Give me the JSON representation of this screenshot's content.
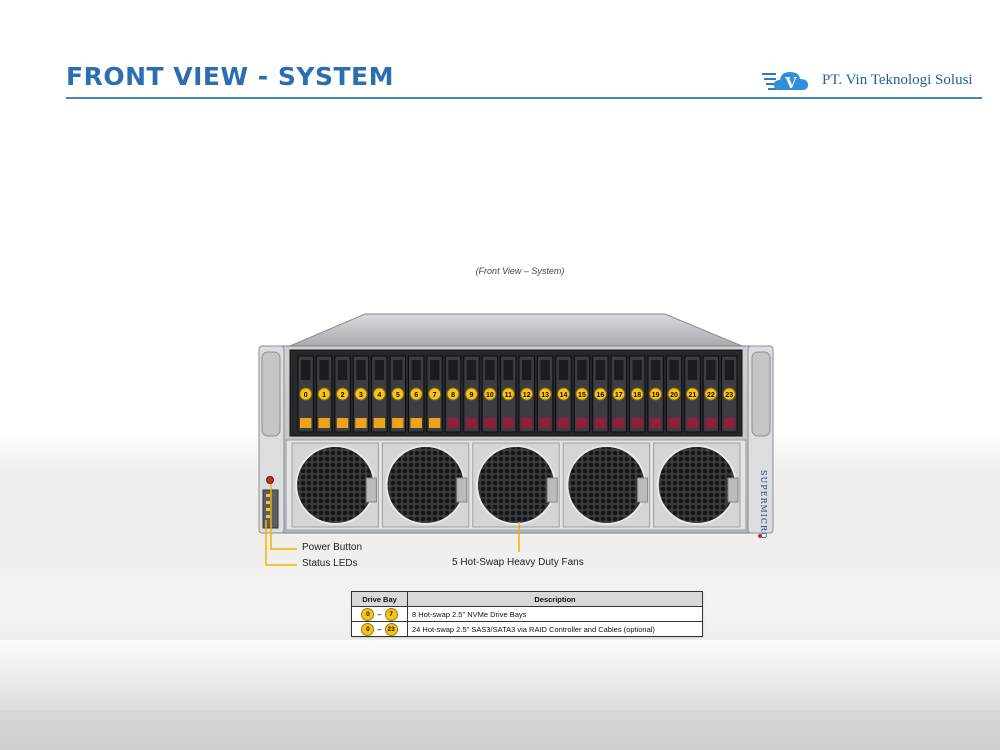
{
  "slide": {
    "title": "FRONT VIEW - SYSTEM",
    "logo": {
      "text": "PT. Vin Teknologi Solusi",
      "icon": "cloud-v-logo-icon",
      "letter": "V"
    },
    "accent_color": "#2b6fb0"
  },
  "figure": {
    "caption": "(Front View – System)",
    "brand": "SUPERMICRO",
    "drive_bays": [
      "0",
      "1",
      "2",
      "3",
      "4",
      "5",
      "6",
      "7",
      "8",
      "9",
      "10",
      "11",
      "12",
      "13",
      "14",
      "15",
      "16",
      "17",
      "18",
      "19",
      "20",
      "21",
      "22",
      "23"
    ],
    "nvme_bay_color": "#f0a21a",
    "sas_bay_color": "#8e1f3c",
    "fan_count": 5,
    "callouts": {
      "power_button": "Power Button",
      "status_leds": "Status LEDs",
      "fans": "5 Hot-Swap Heavy Duty Fans"
    }
  },
  "table": {
    "headers": {
      "drive_bay": "Drive Bay",
      "description": "Description"
    },
    "rows": [
      {
        "from": "0",
        "dash": "–",
        "to": "7",
        "description": "8 Hot-swap 2.5\" NVMe Drive Bays"
      },
      {
        "from": "0",
        "dash": "–",
        "to": "23",
        "description": "24 Hot-swap 2.5\" SAS3/SATA3 via RAID Controller and Cables (optional)"
      }
    ]
  }
}
